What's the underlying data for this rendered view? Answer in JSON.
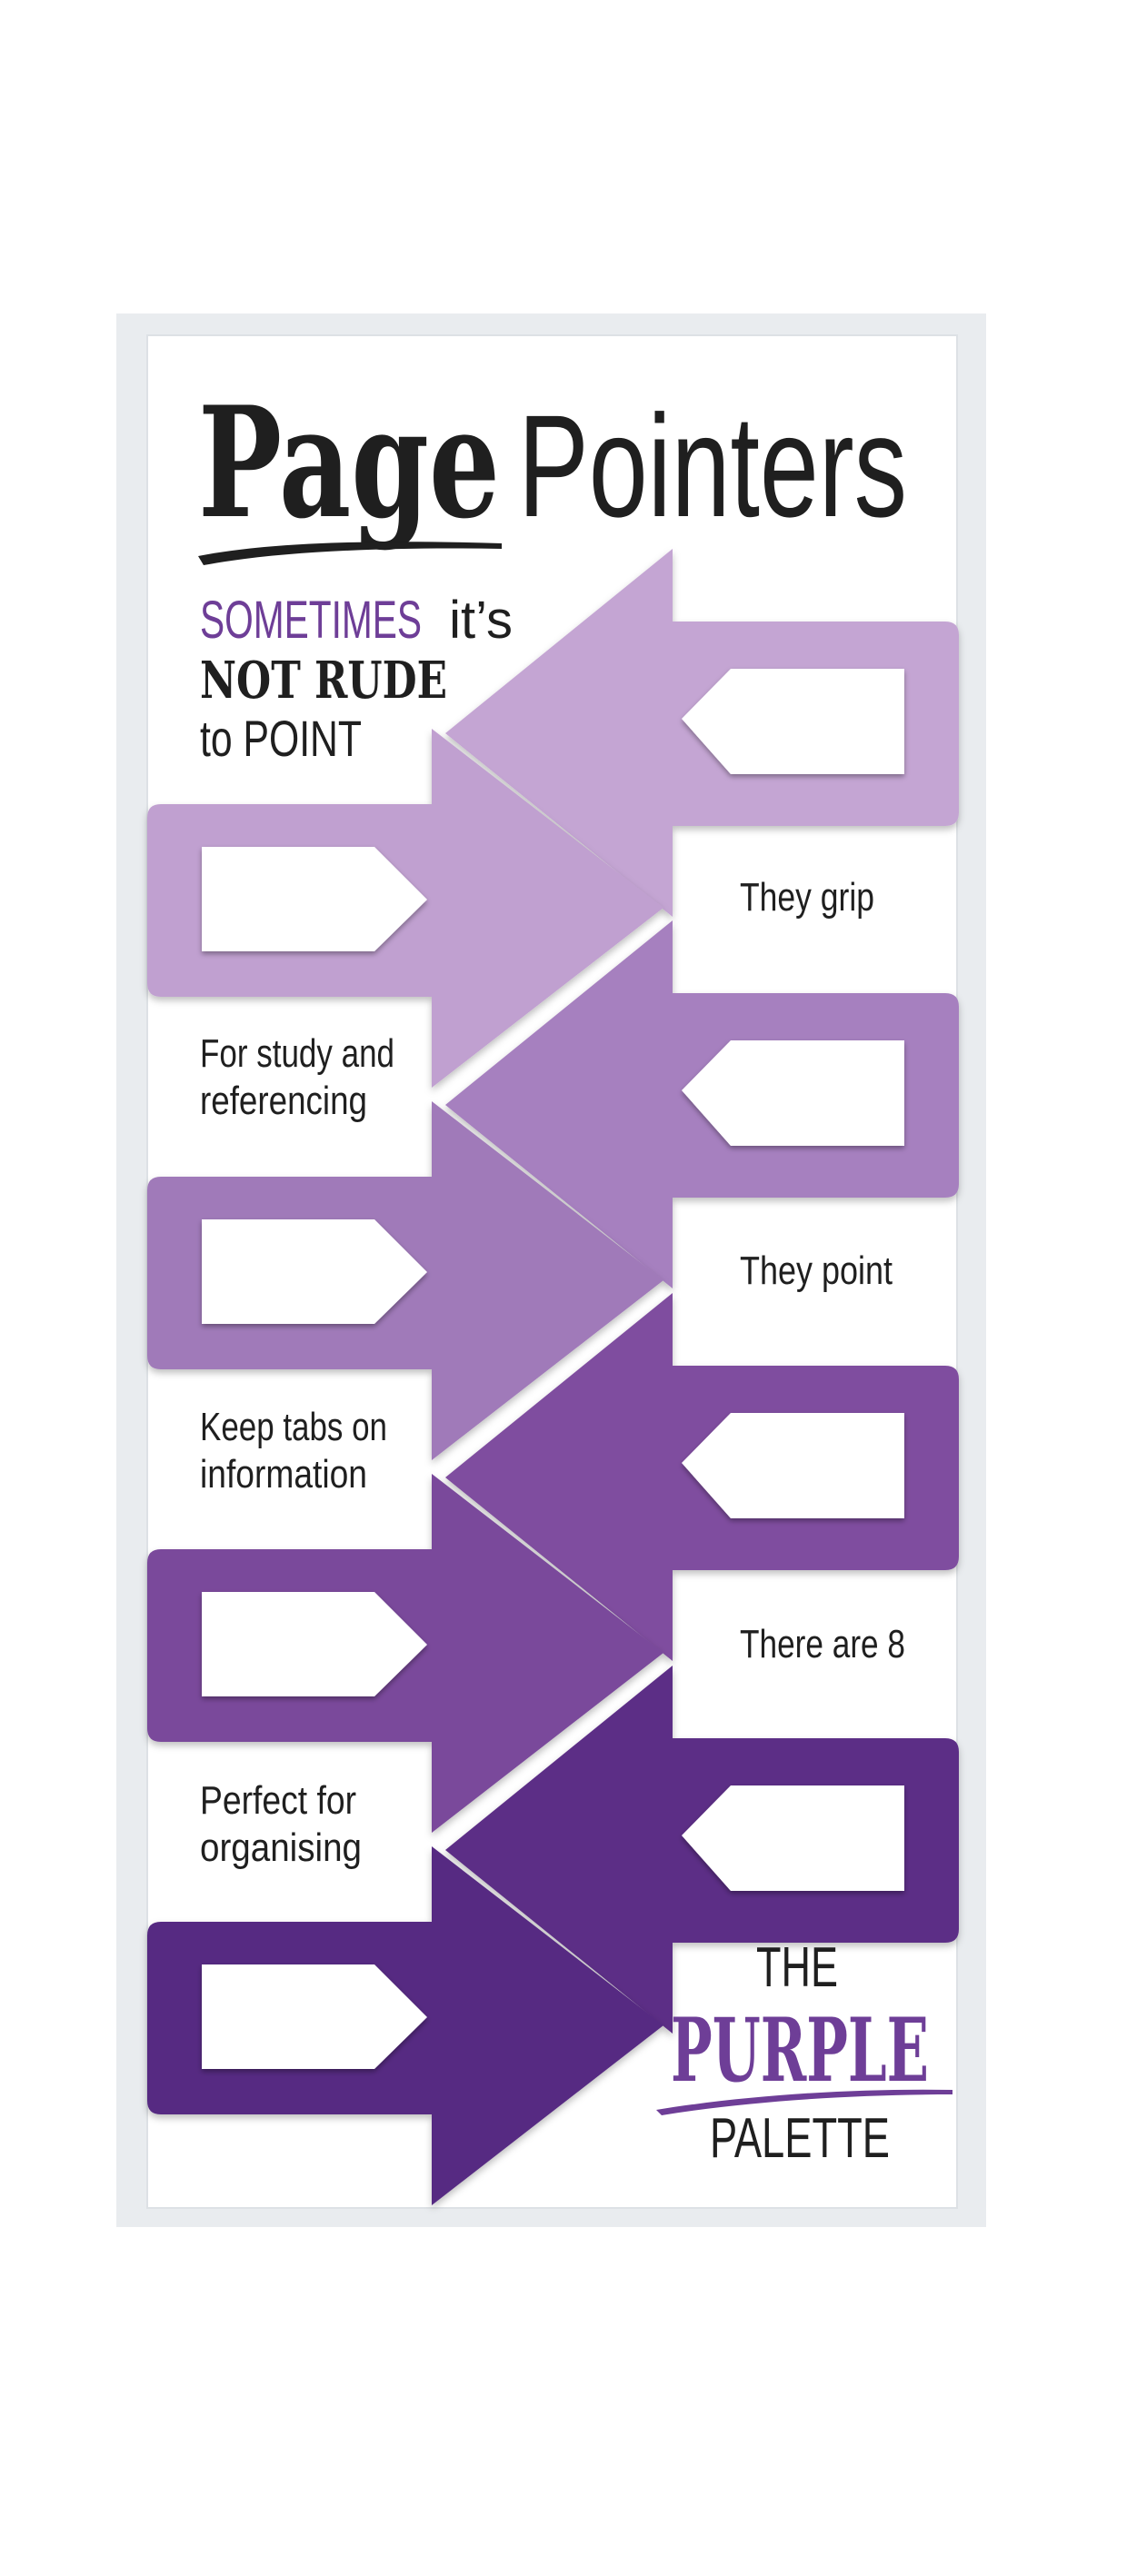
{
  "brand": {
    "word1": "Page",
    "word2": "Pointers"
  },
  "tagline": {
    "line1_highlight": "SOMETIMES",
    "line1_rest": "it’s",
    "line2": "NOT RUDE",
    "line3": "to POINT"
  },
  "features": {
    "right": [
      "They grip",
      "They point",
      "There are 8"
    ],
    "left": [
      [
        "For study and",
        "referencing"
      ],
      [
        "Keep tabs on",
        "information"
      ],
      [
        "Perfect for",
        "organising"
      ]
    ]
  },
  "palette": {
    "line1": "THE",
    "line2": "PURPLE",
    "line3": "PALETTE"
  },
  "colors": {
    "outer_frame": "#e9ecef",
    "card": "#ffffff",
    "text_dark": "#1f1f1f",
    "accent": "#6e3e97",
    "pointer_shades": [
      "#c4a5d3",
      "#c0a0d0",
      "#a680bf",
      "#a07ab9",
      "#7f4e9f",
      "#7a4a9b",
      "#5c2d86",
      "#572b82"
    ]
  }
}
